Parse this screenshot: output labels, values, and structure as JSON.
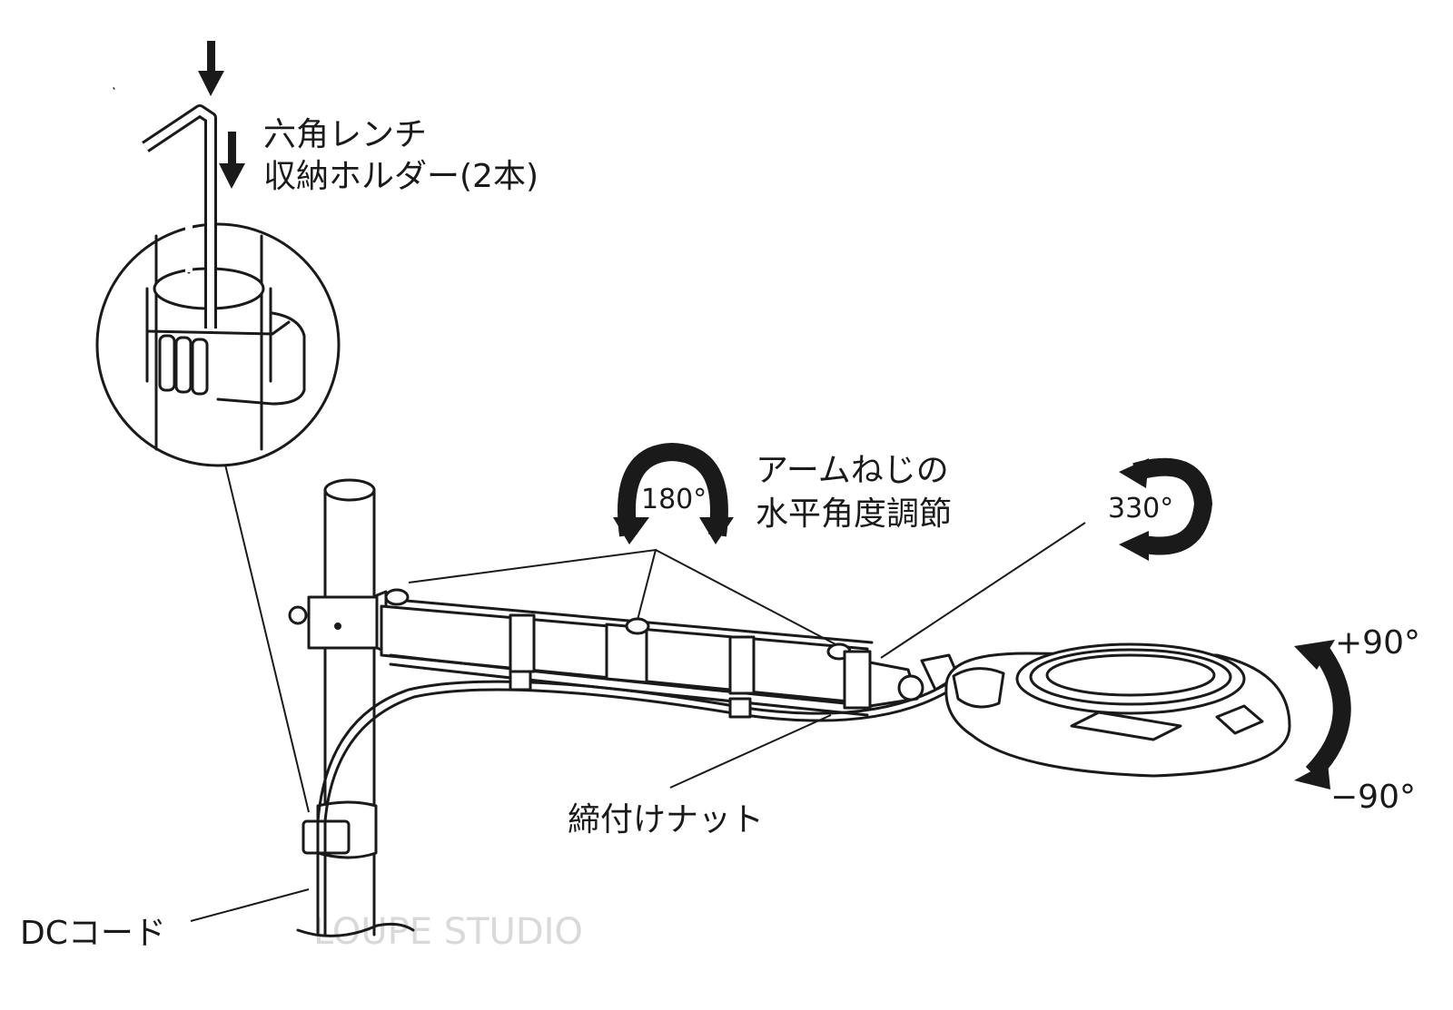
{
  "labels": {
    "hex_wrench_holder": "六角レンチ\n収納ホルダー(2本)",
    "arm_screw_angle": "アームねじの\n水平角度調節",
    "fastening_nut": "締付けナット",
    "dc_cord": "DCコード"
  },
  "angles": {
    "arm_rotation": "180°",
    "head_rotation": "330°",
    "tilt_up": "+90°",
    "tilt_down": "−90°"
  },
  "watermark": "LOUPE STUDIO"
}
